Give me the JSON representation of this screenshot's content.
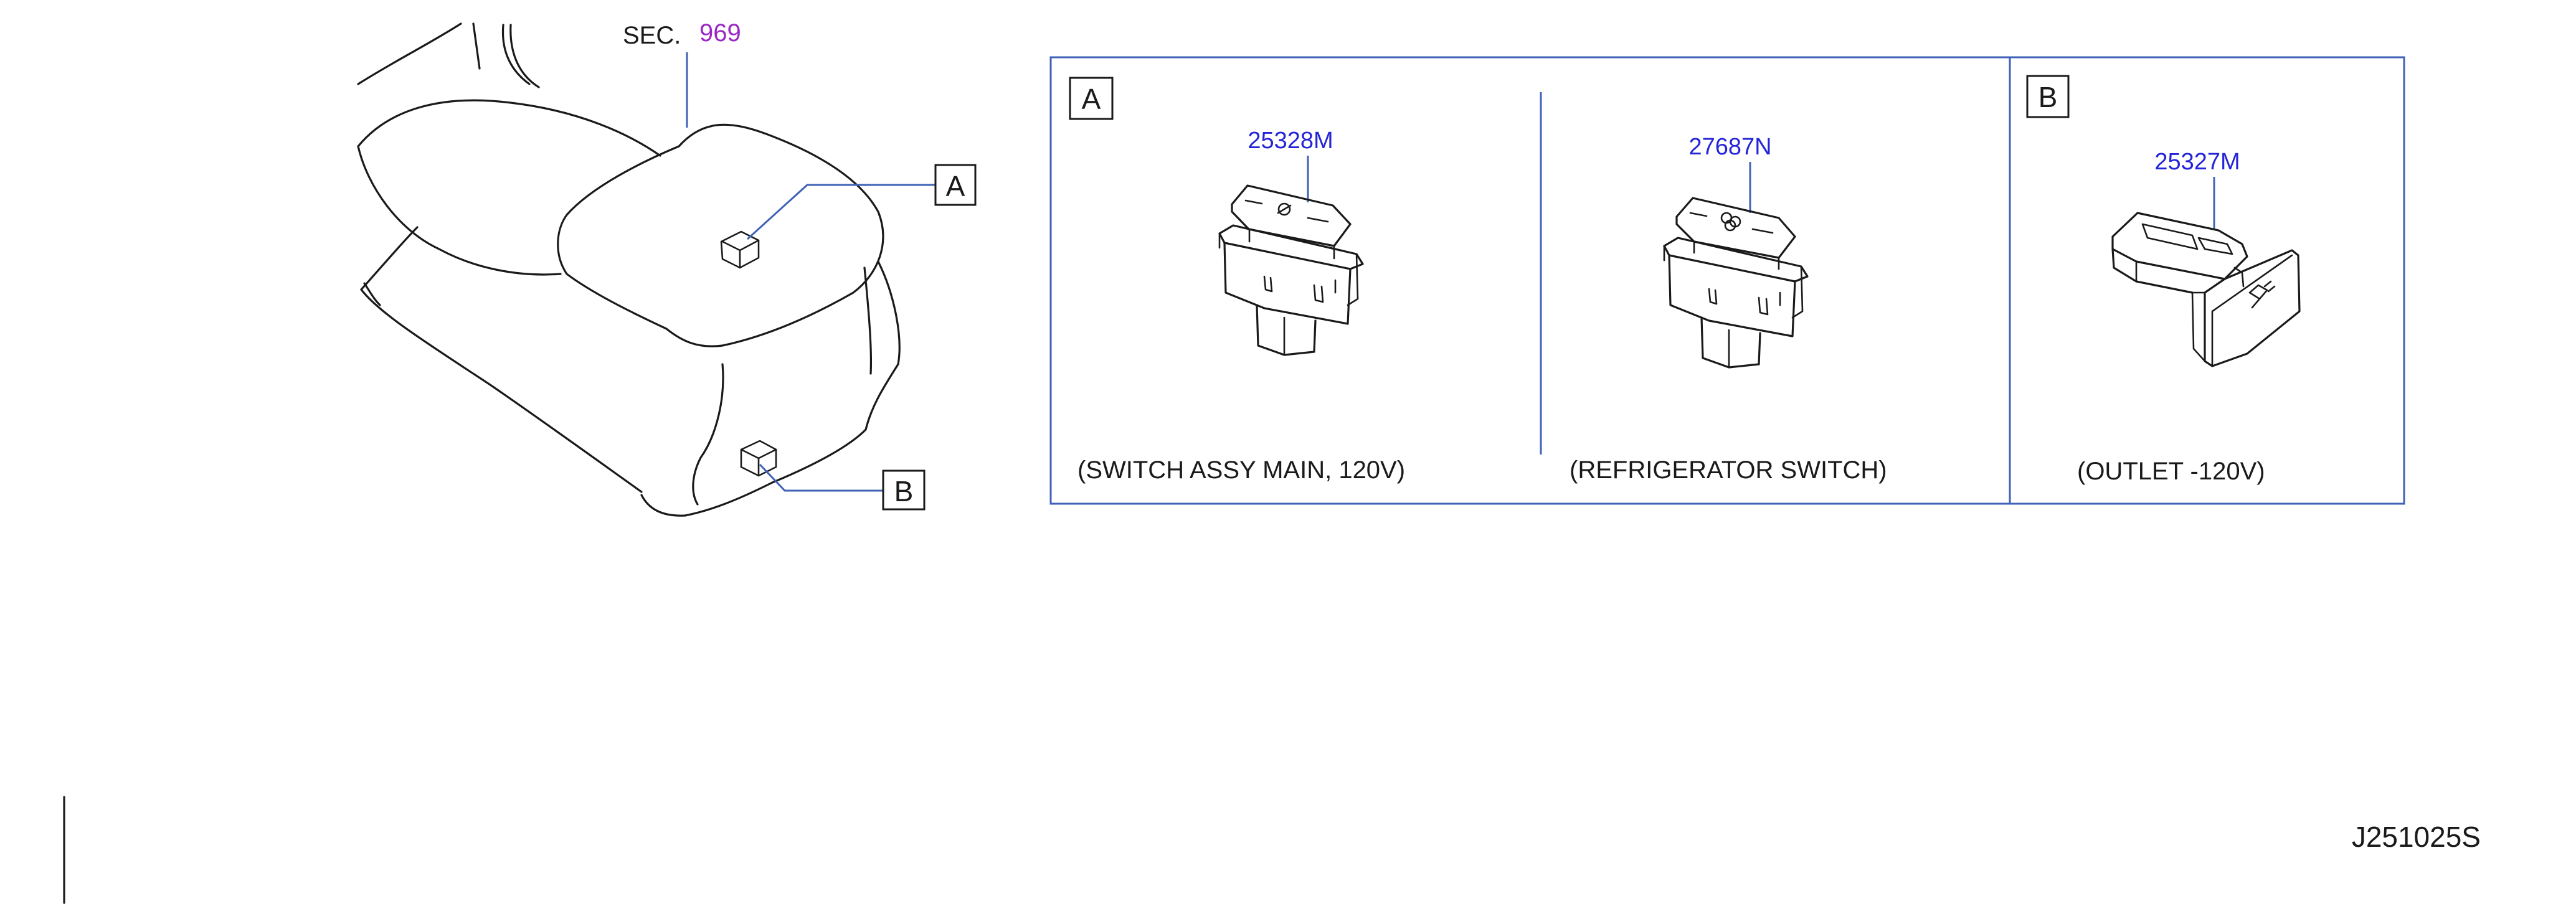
{
  "section_ref": {
    "prefix": "SEC.",
    "number": "969"
  },
  "callouts": {
    "a": "A",
    "b": "B"
  },
  "panel_a": {
    "label": "A",
    "parts": [
      {
        "part_number": "25328M",
        "description": "(SWITCH   ASSY       MAIN,   120V)"
      },
      {
        "part_number": "27687N",
        "description": "(REFRIGERATOR   SWITCH)"
      }
    ]
  },
  "panel_b": {
    "label": "B",
    "parts": [
      {
        "part_number": "25327M",
        "description": "(OUTLET      -120V)"
      }
    ]
  },
  "drawing_id": "J251025S",
  "colors": {
    "frame": "#3f62b6",
    "leader": "#3f62b6",
    "part_number": "#2424d8",
    "section_number": "#9b27c4",
    "line": "#1a1a1a"
  },
  "icons": {
    "switch_main": "outlet-plug-icon",
    "switch_refrigerator": "snowflake-icon",
    "outlet": "plug-icon"
  }
}
